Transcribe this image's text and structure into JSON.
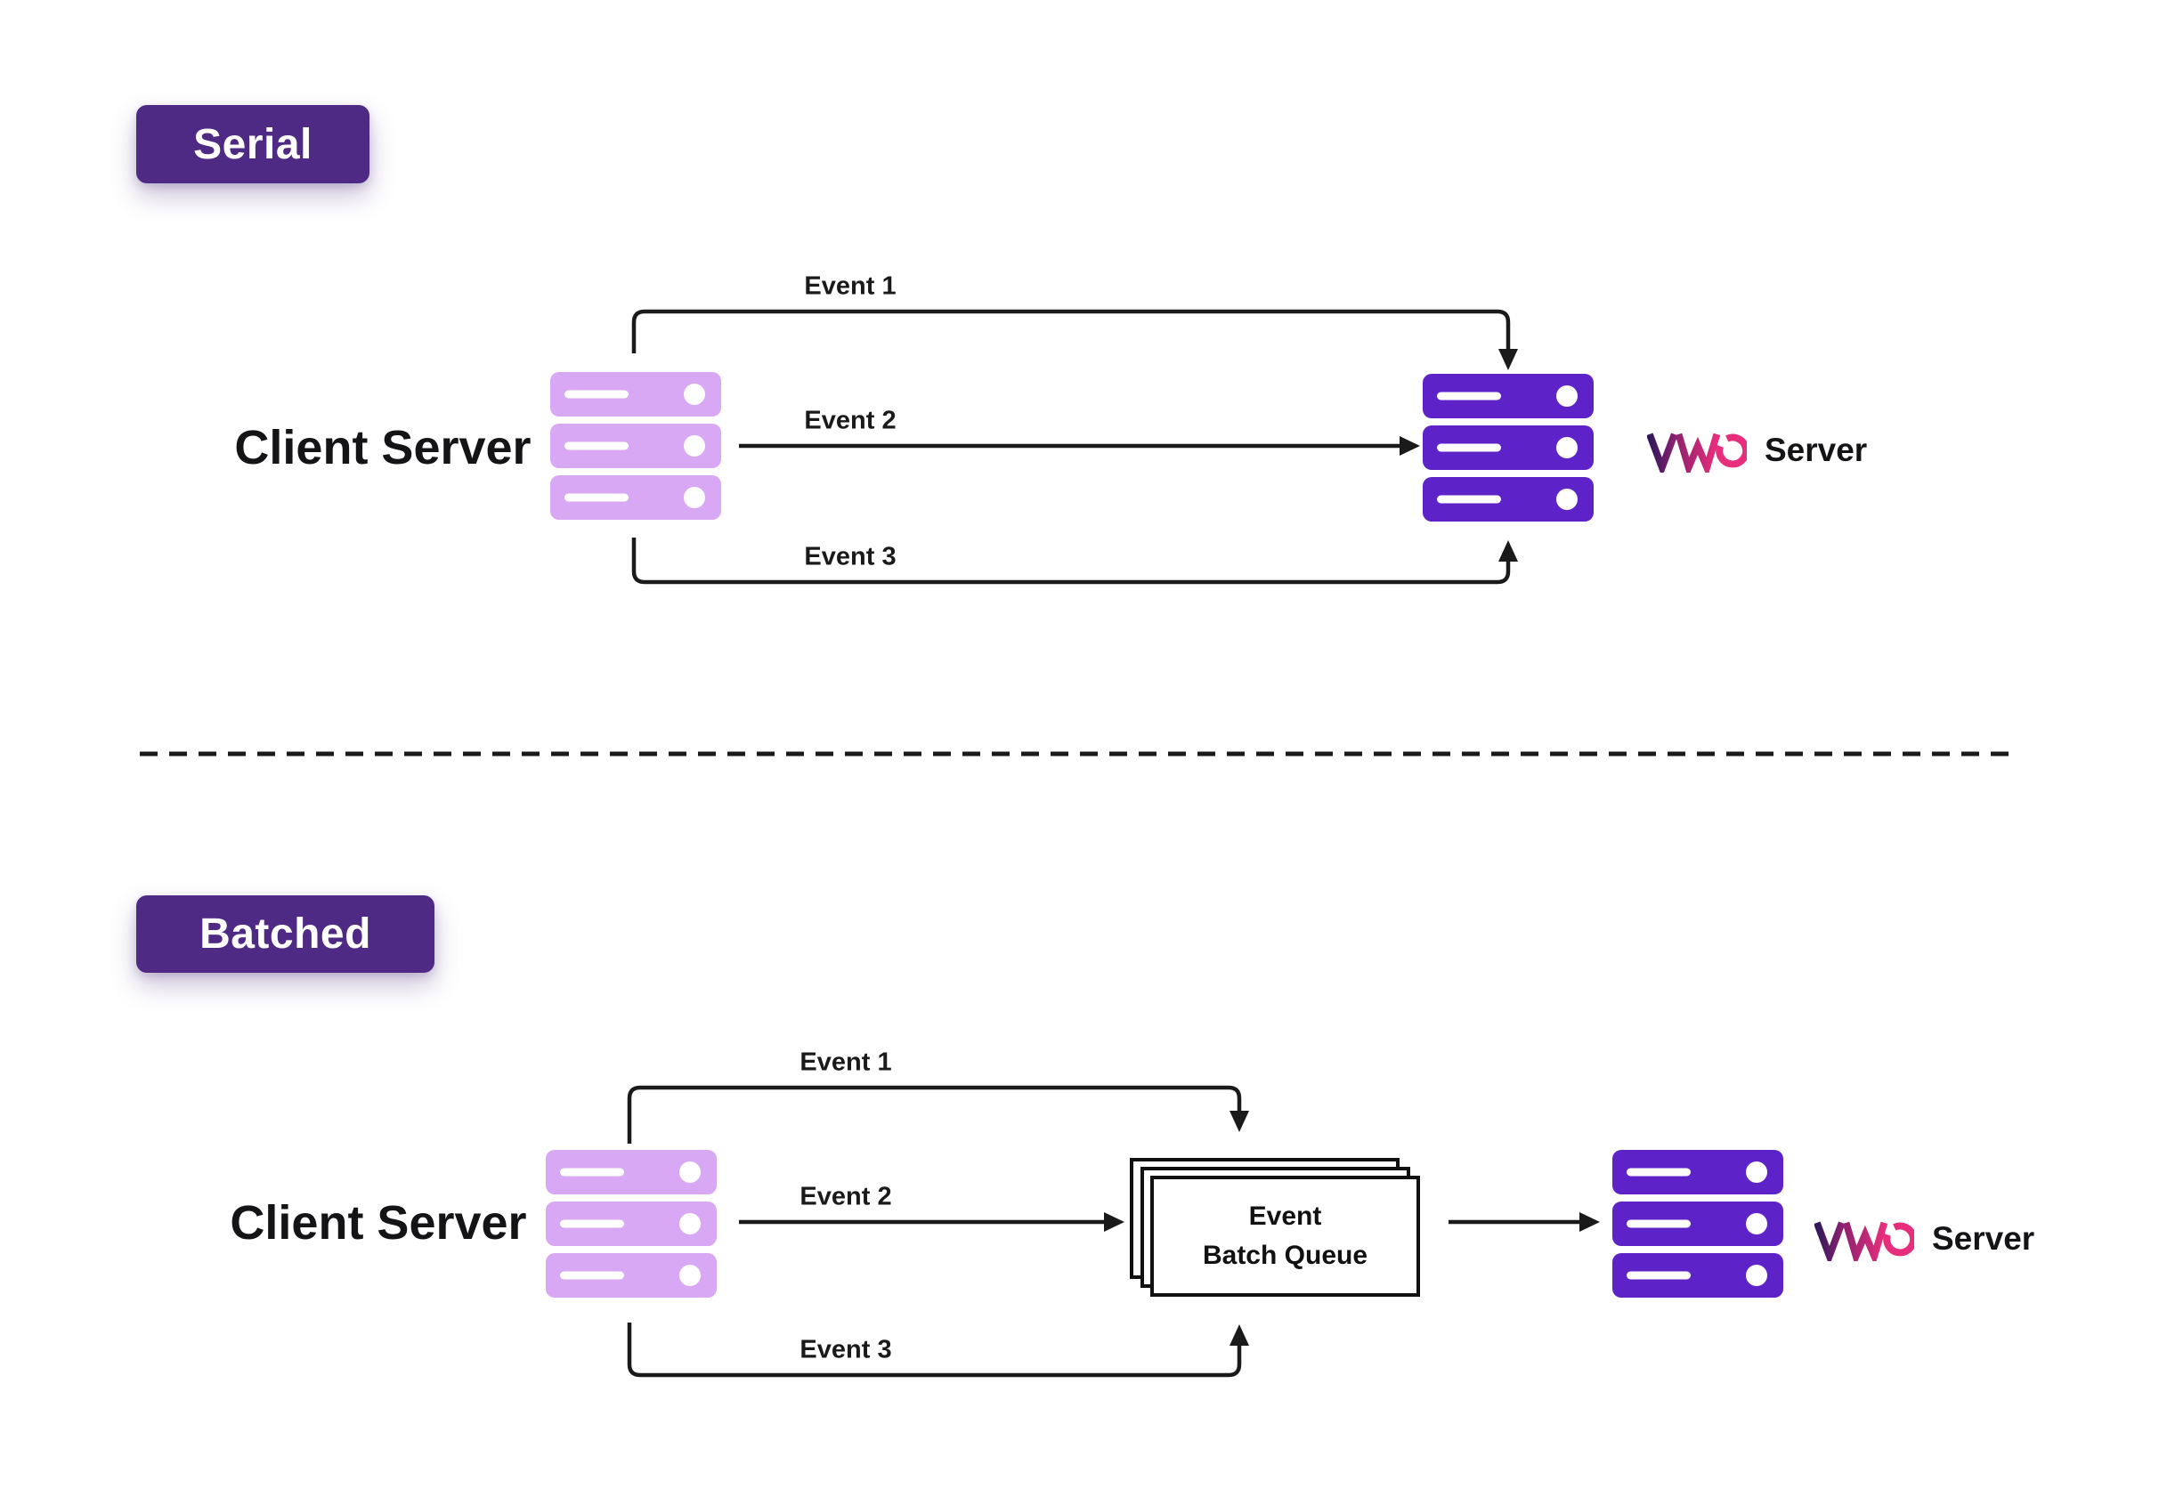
{
  "colors": {
    "page_bg": "#ffffff",
    "badge_bg": "#4e2a84",
    "client_server_fill": "#d9a8f4",
    "vwo_server_fill": "#5d23c9",
    "line": "#1a1a1a",
    "brand_gradient_start": "#31175a",
    "brand_gradient_mid": "#93226f",
    "brand_pink": "#e72e7c"
  },
  "icons": {
    "vwo_logo": "VWO logo",
    "client_server_icon": "server rack",
    "vwo_server_icon": "server rack"
  },
  "serial": {
    "badge": "Serial",
    "client_label": "Client Server",
    "events": [
      "Event 1",
      "Event 2",
      "Event 3"
    ],
    "server_label": "Server"
  },
  "batched": {
    "badge": "Batched",
    "client_label": "Client Server",
    "events": [
      "Event 1",
      "Event 2",
      "Event 3"
    ],
    "queue_line1": "Event",
    "queue_line2": "Batch Queue",
    "server_label": "Server"
  }
}
